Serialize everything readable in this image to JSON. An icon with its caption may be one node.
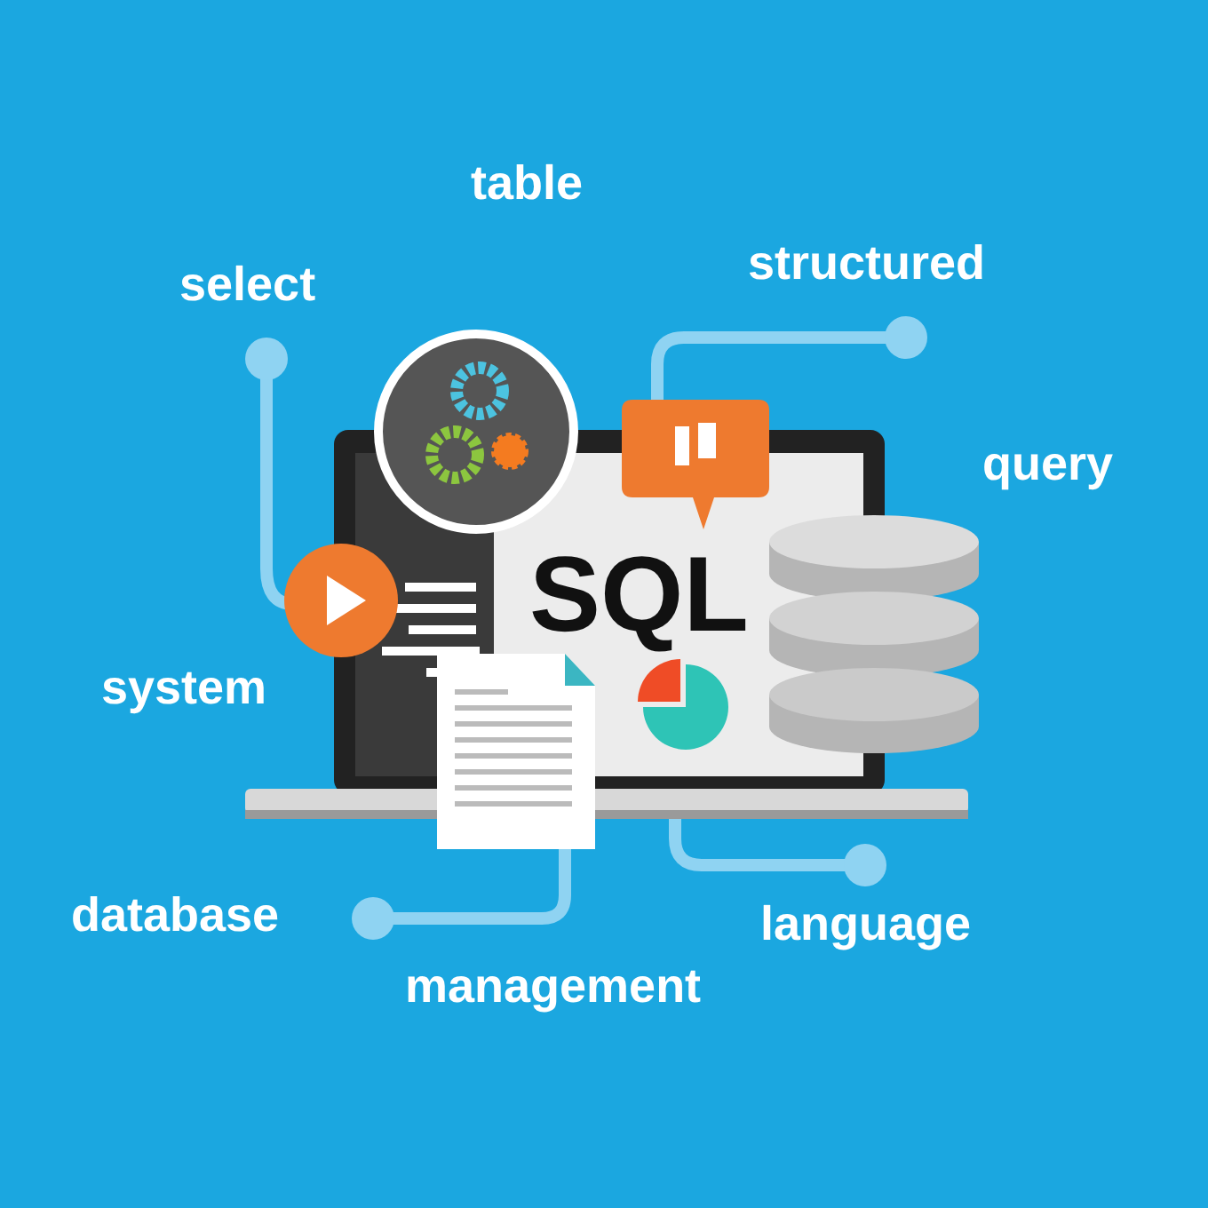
{
  "diagram": {
    "labels": [
      "table",
      "select",
      "structured",
      "query",
      "SQL",
      "system",
      "database",
      "language",
      "management"
    ]
  }
}
